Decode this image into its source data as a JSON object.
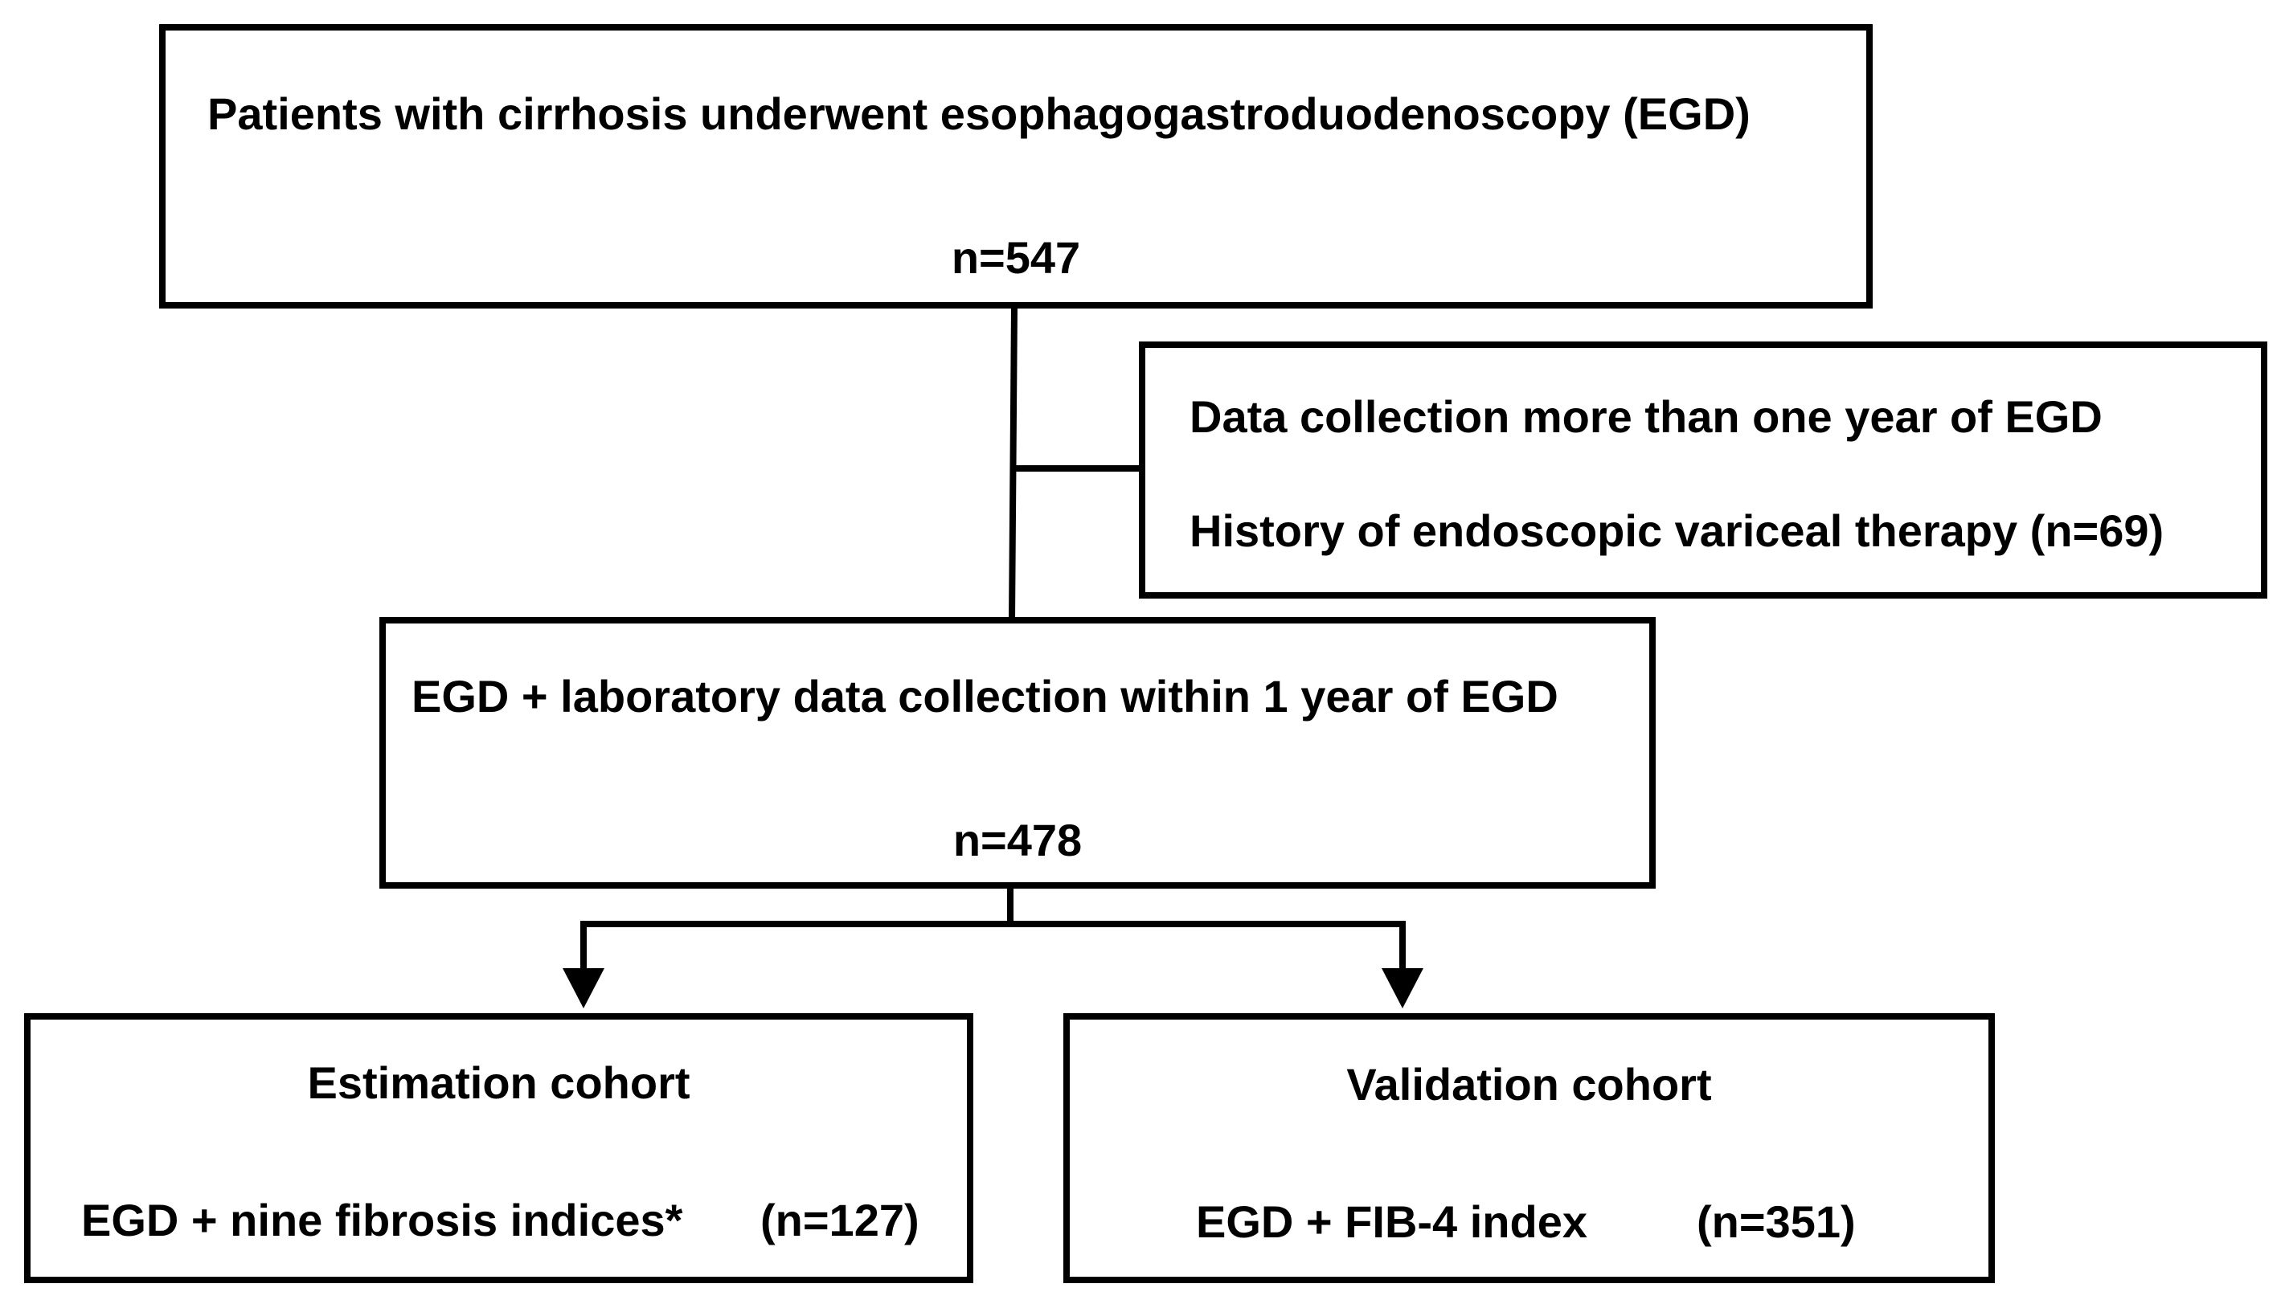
{
  "flowchart": {
    "top_box": {
      "title": "Patients with cirrhosis underwent esophagogastroduodenoscopy (EGD)",
      "count": "n=547"
    },
    "exclusion_box": {
      "line1": "Data collection more than one year of EGD",
      "line2": "History of endoscopic variceal therapy (n=69)"
    },
    "middle_box": {
      "title": "EGD + laboratory data collection within 1 year of EGD",
      "count": "n=478"
    },
    "estimation_box": {
      "title": "Estimation cohort",
      "detail": "EGD + nine fibrosis indices*",
      "count": "(n=127)"
    },
    "validation_box": {
      "title": "Validation cohort",
      "detail": "EGD + FIB-4 index",
      "count": "(n=351)"
    }
  }
}
